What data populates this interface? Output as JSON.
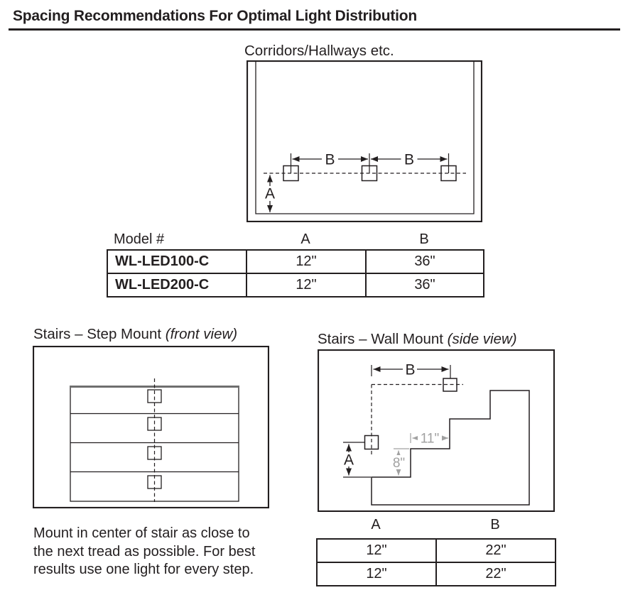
{
  "page": {
    "title": "Spacing Recommendations For Optimal Light Distribution"
  },
  "colors": {
    "ink": "#231f20",
    "dim_gray": "#a1a1a1"
  },
  "corridor": {
    "title": "Corridors/Hallways etc.",
    "dim_a": "A",
    "dim_b": "B"
  },
  "model_table": {
    "headers": {
      "model": "Model #",
      "a": "A",
      "b": "B"
    },
    "rows": [
      {
        "model": "WL-LED100-C",
        "a": "12\"",
        "b": "36\""
      },
      {
        "model": "WL-LED200-C",
        "a": "12\"",
        "b": "36\""
      }
    ]
  },
  "step_mount": {
    "title": "Stairs – Step Mount",
    "subtitle": "(front view)",
    "note_lines": [
      "Mount in center of stair as close to",
      "the next tread as possible. For best",
      "results use one light for every step."
    ]
  },
  "wall_mount": {
    "title": "Stairs – Wall Mount",
    "subtitle": "(side view)",
    "dim_a": "A",
    "dim_b": "B",
    "tread_depth": "11\"",
    "riser_height": "8\""
  },
  "wall_table": {
    "headers": {
      "a": "A",
      "b": "B"
    },
    "rows": [
      {
        "a": "12\"",
        "b": "22\""
      },
      {
        "a": "12\"",
        "b": "22\""
      }
    ]
  }
}
